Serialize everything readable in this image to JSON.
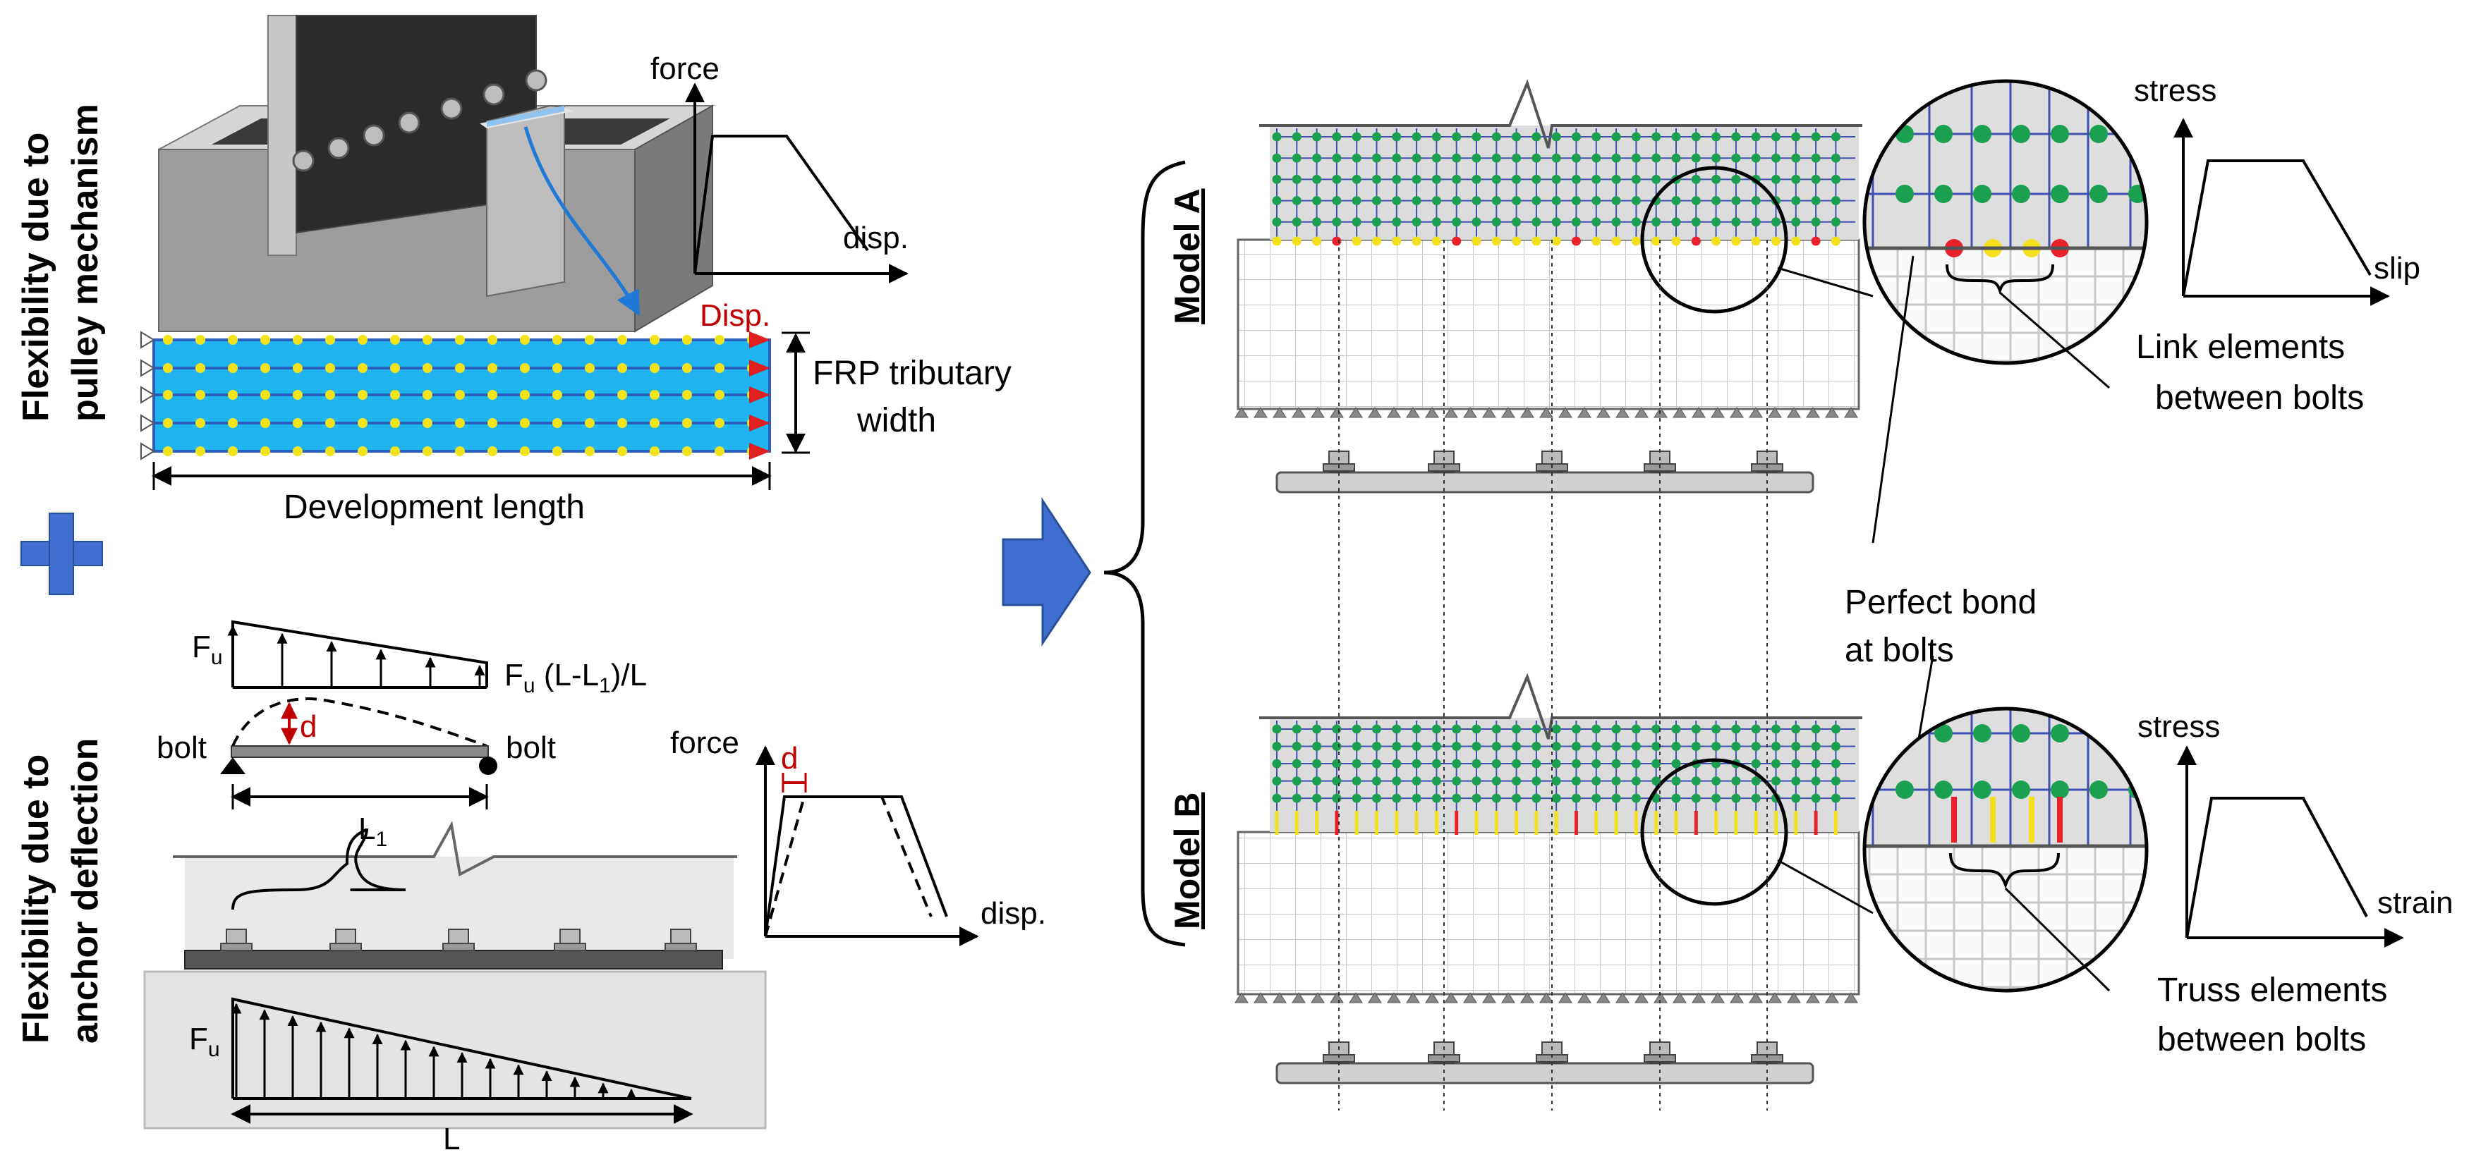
{
  "colors": {
    "frp_blue": "#1fb4f0",
    "frp_border": "#2a5fc0",
    "anchor_dot": "#f2e21a",
    "disp_red": "#e02020",
    "accent_blue": "#3e6fd0",
    "green_node": "#1aa050",
    "red_node": "#e8212a",
    "yellow_node": "#f5e020",
    "grid_grey": "#c8c8c8",
    "shade_grey": "#dedede"
  },
  "left_top": {
    "side_label_line1": "Flexibility due to",
    "side_label_line2": "pulley mechanism",
    "graph_force": "force",
    "graph_disp": "disp.",
    "disp_label": "Disp.",
    "frp_tributary_line1": "FRP tributary",
    "frp_tributary_line2": "width",
    "development_length": "Development length"
  },
  "left_bottom": {
    "side_label_line1": "Flexibility due to",
    "side_label_line2": "anchor deflection",
    "fu_top": "F",
    "fu_sub": "u",
    "fu_ratio_prefix": " (L-L",
    "fu_ratio_sub": "1",
    "fu_ratio_suffix": ")/L",
    "fu_ratio_f": "F",
    "fu_ratio_u": "u",
    "d_label": "d",
    "bolt_left": "bolt",
    "bolt_right": "bolt",
    "l1_main": "L",
    "l1_sub": "1",
    "graph_force": "force",
    "graph_disp": "disp.",
    "graph_d": "d",
    "fu_bottom": "F",
    "fu_bottom_sub": "u",
    "l_label": "L"
  },
  "right": {
    "model_a": "Model A",
    "model_b": "Model B",
    "graph_a_stress": "stress",
    "graph_a_slip": "slip",
    "link_line1": "Link elements",
    "link_line2": "between bolts",
    "perfect_line1": "Perfect bond",
    "perfect_line2": "at bolts",
    "graph_b_stress": "stress",
    "graph_b_strain": "strain",
    "truss_line1": "Truss elements",
    "truss_line2": "between bolts"
  }
}
